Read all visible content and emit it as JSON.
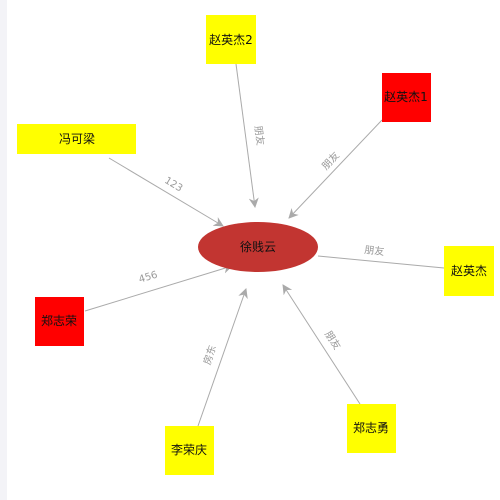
{
  "center": {
    "label": "徐贱云",
    "color": "#c23531",
    "text_color": "#222222"
  },
  "nodes": [
    {
      "id": "zhao2",
      "label": "赵英杰2",
      "color": "#ffff00"
    },
    {
      "id": "zhao1",
      "label": "赵英杰1",
      "color": "#ff0000"
    },
    {
      "id": "feng",
      "label": "冯可梁",
      "color": "#ffff00"
    },
    {
      "id": "zhao",
      "label": "赵英杰",
      "color": "#ffff00"
    },
    {
      "id": "zheng_r",
      "label": "郑志荣",
      "color": "#ff0000"
    },
    {
      "id": "zheng_y",
      "label": "郑志勇",
      "color": "#ffff00"
    },
    {
      "id": "li",
      "label": "李荣庆",
      "color": "#ffff00"
    }
  ],
  "edges": [
    {
      "from": "zhao2",
      "label": "朋友"
    },
    {
      "from": "zhao1",
      "label": "朋友"
    },
    {
      "from": "feng",
      "label": "123"
    },
    {
      "from": "zhao",
      "label": "朋友"
    },
    {
      "from": "zheng_r",
      "label": "456"
    },
    {
      "from": "zheng_y",
      "label": "朋友"
    },
    {
      "from": "li",
      "label": "房东"
    }
  ],
  "edge_color": "#aaaaaa"
}
